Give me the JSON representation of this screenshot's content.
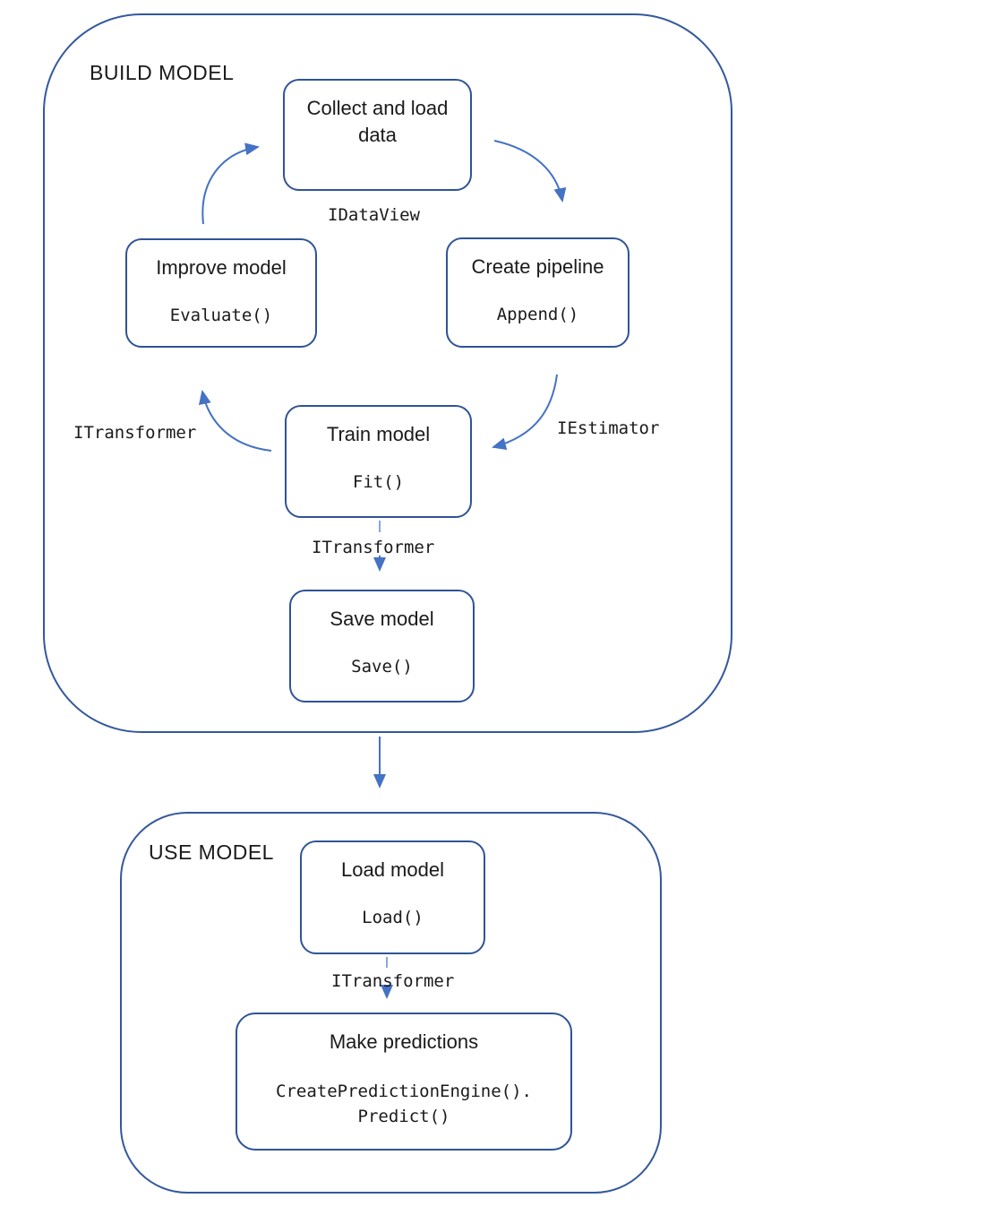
{
  "diagram": {
    "sections": {
      "build": {
        "label": "BUILD MODEL"
      },
      "use": {
        "label": "USE MODEL"
      }
    },
    "nodes": {
      "collect": {
        "title_line1": "Collect and load",
        "title_line2": "data"
      },
      "improve": {
        "title": "Improve model",
        "code": "Evaluate()"
      },
      "pipeline": {
        "title": "Create pipeline",
        "code": "Append()"
      },
      "train": {
        "title": "Train model",
        "code": "Fit()"
      },
      "save": {
        "title": "Save model",
        "code": "Save()"
      },
      "load": {
        "title": "Load model",
        "code": "Load()"
      },
      "predict": {
        "title": "Make predictions",
        "code_line1": "CreatePredictionEngine().",
        "code_line2": "Predict()"
      }
    },
    "edge_labels": {
      "idataview": "IDataView",
      "iestimator": "IEstimator",
      "itransformer_evaluate": "ITransformer",
      "itransformer_train_save": "ITransformer",
      "itransformer_load_predict": "ITransformer"
    },
    "colors": {
      "box_border": "#2f5496",
      "container_border": "#33589d",
      "arrow": "#4472c4",
      "dash": "#8ba6d8",
      "text": "#1a1a1a"
    }
  }
}
